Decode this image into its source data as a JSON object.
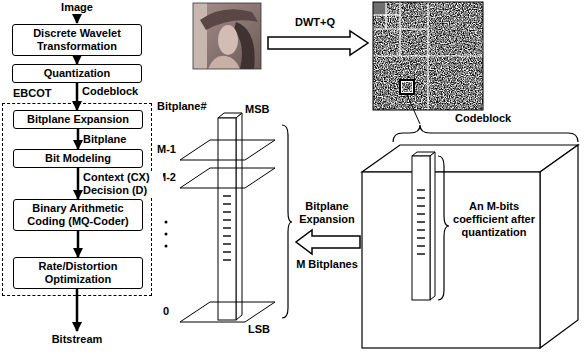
{
  "diagram": {
    "nodes": [
      {
        "text": [
          "Discrete Wavelet Transformation"
        ]
      },
      {
        "text": [
          "Quantization"
        ]
      },
      {
        "text": [
          "EBCOT"
        ]
      },
      {
        "text": [
          "Bitplane Expansion"
        ],
        "in": 2
      },
      {
        "text": [
          "Bit Modeling"
        ],
        "in": 2
      },
      {
        "text": [
          "Binary Arithmetic Coding (MQ-Coder)"
        ],
        "in": 2
      },
      {
        "text": [
          "Rate/Distortion Optimization"
        ],
        "in": 2
      }
    ],
    "edges": [
      {
        "from": 0,
        "to": 1,
        "arrow": "to"
      },
      {
        "from": 1,
        "to": 3,
        "label": "Codeblock",
        "arrow": "to"
      },
      {
        "from": 3,
        "to": 4,
        "label": "Bitplane",
        "arrow": "to"
      },
      {
        "from": 4,
        "to": 5,
        "label": "Context (CX) Decision (D)",
        "arrow": "to"
      },
      {
        "from": 5,
        "to": 6,
        "arrow": "to"
      }
    ],
    "labels": [
      "Image",
      "Bitstream",
      "DWT+Q",
      "Codeblock",
      "Bitplane#",
      "MSB",
      "M-1",
      "M-2",
      "0",
      "LSB",
      "Bitplane Expansion",
      "M Bitplanes",
      "An M-bits coefficient after quantization"
    ]
  }
}
